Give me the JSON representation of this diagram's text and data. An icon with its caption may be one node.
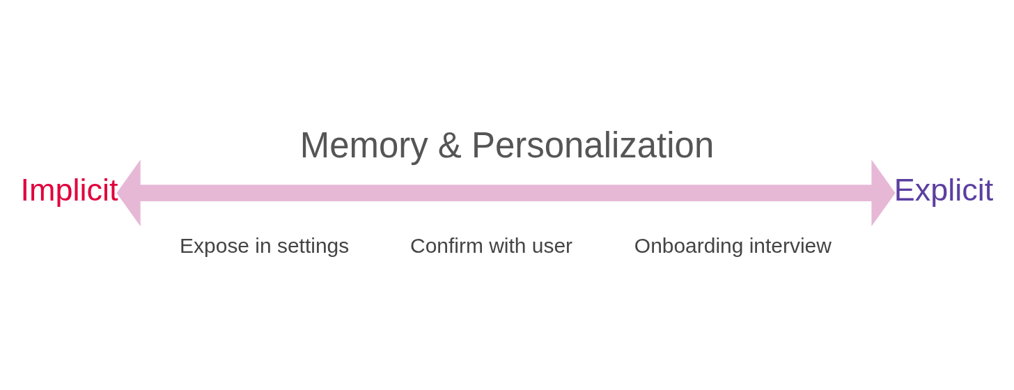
{
  "diagram": {
    "title": "Memory & Personalization",
    "nodes": [
      {
        "text": [
          "Implicit"
        ]
      },
      {
        "text": [
          "Explicit"
        ]
      }
    ],
    "edges": [
      {
        "from": 0,
        "to": 1,
        "arrow": "both"
      }
    ],
    "labels": [
      "Expose in settings",
      "Confirm with user",
      "Onboarding interview"
    ]
  }
}
